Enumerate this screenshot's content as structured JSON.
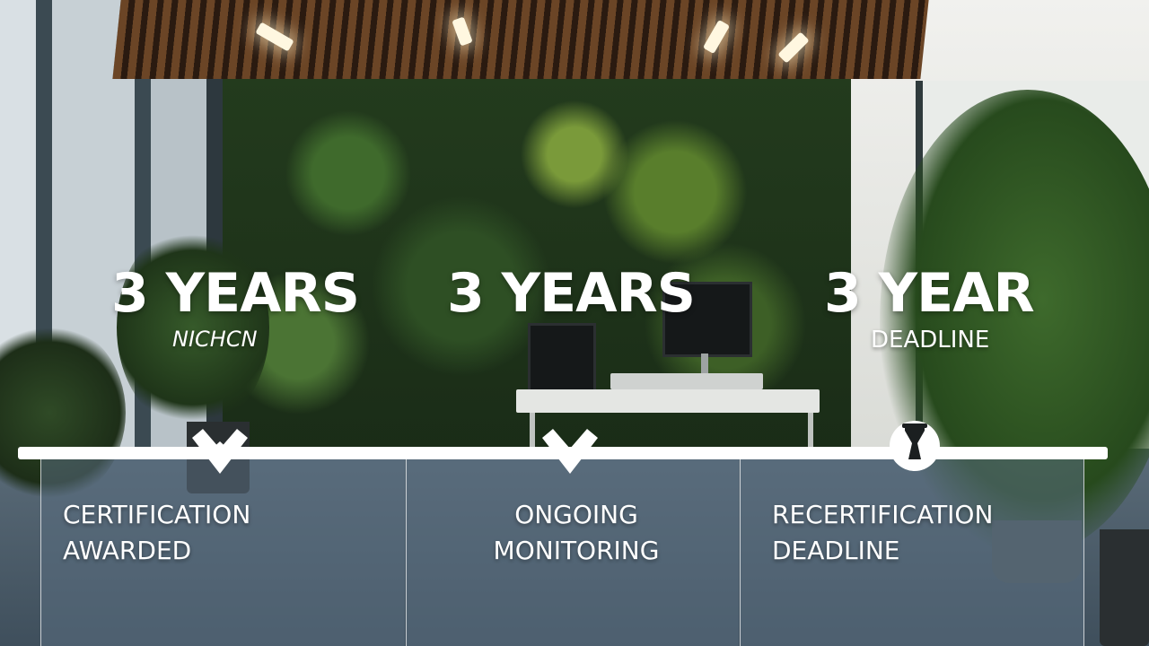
{
  "columns": [
    {
      "heading": "3 YEARS",
      "subheading": "NICHCN",
      "label_line1": "CERTIFICATION",
      "label_line2": "AWARDED",
      "marker_icon": "checkmark-icon"
    },
    {
      "heading": "3 YEARS",
      "subheading": "",
      "label_line1": "ONGOING",
      "label_line2": "MONITORING",
      "marker_icon": "checkmark-icon"
    },
    {
      "heading": "3 YEAR",
      "subheading": "DEADLINE",
      "label_line1": "RECERTIFICATION",
      "label_line2": "DEADLINE",
      "marker_icon": "hourglass-icon"
    }
  ],
  "colors": {
    "text": "#ffffff",
    "timeline": "#ffffff",
    "panel": "#5a6e80"
  }
}
